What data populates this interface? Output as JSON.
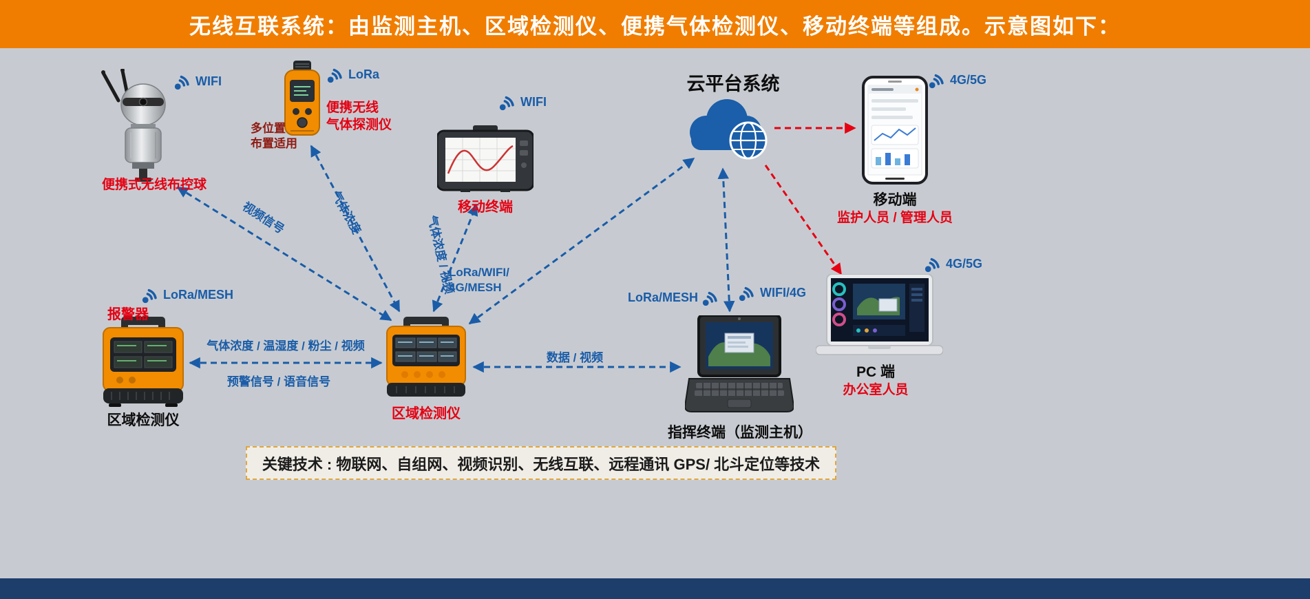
{
  "header": {
    "title": "无线互联系统：由监测主机、区域检测仪、便携气体检测仪、移动终端等组成。示意图如下："
  },
  "colors": {
    "header_bg": "#F07D00",
    "body_bg": "#C7CBD1",
    "footer_bg": "#1D3D6B",
    "blue": "#1A5CA8",
    "red": "#E60012"
  },
  "devices": {
    "camera": {
      "label": "便携式无线布控球",
      "signal": "WIFI"
    },
    "gas_detector": {
      "signal": "LoRa",
      "label_line1": "便携无线",
      "label_line2": "气体探测仪",
      "note_line1": "多位置",
      "note_line2": "布置适用"
    },
    "tablet": {
      "label": "移动终端",
      "signal": "WIFI"
    },
    "cloud": {
      "title": "云平台系统"
    },
    "phone": {
      "signal": "4G/5G",
      "label": "移动端",
      "sublabel": "监护人员 / 管理人员"
    },
    "pc": {
      "signal": "4G/5G",
      "label": "PC 端",
      "sublabel": "办公室人员"
    },
    "alarm": {
      "signal": "LoRa/MESH",
      "label": "报警器",
      "bottom_label": "区域检测仪"
    },
    "area_detector": {
      "label": "区域检测仪"
    },
    "command_terminal": {
      "signal_left": "LoRa/MESH",
      "signal_right": "WIFI/4G",
      "label": "指挥终端（监测主机）"
    }
  },
  "connections": {
    "camera_to_detector": "视频信号",
    "gas_to_detector": "气体浓度",
    "detector_to_tablet": "气体浓度 / 视频",
    "detector_to_cloud_line1": "LoRa/WIFI/",
    "detector_to_cloud_line2": "4G/MESH",
    "alarm_to_detector_up": "气体浓度 / 温湿度 / 粉尘 / 视频",
    "alarm_to_detector_down": "预警信号 / 语音信号",
    "detector_to_command": "数据 / 视频"
  },
  "keytech": {
    "text": "关键技术 : 物联网、自组网、视频识别、无线互联、远程通讯 GPS/ 北斗定位等技术"
  }
}
